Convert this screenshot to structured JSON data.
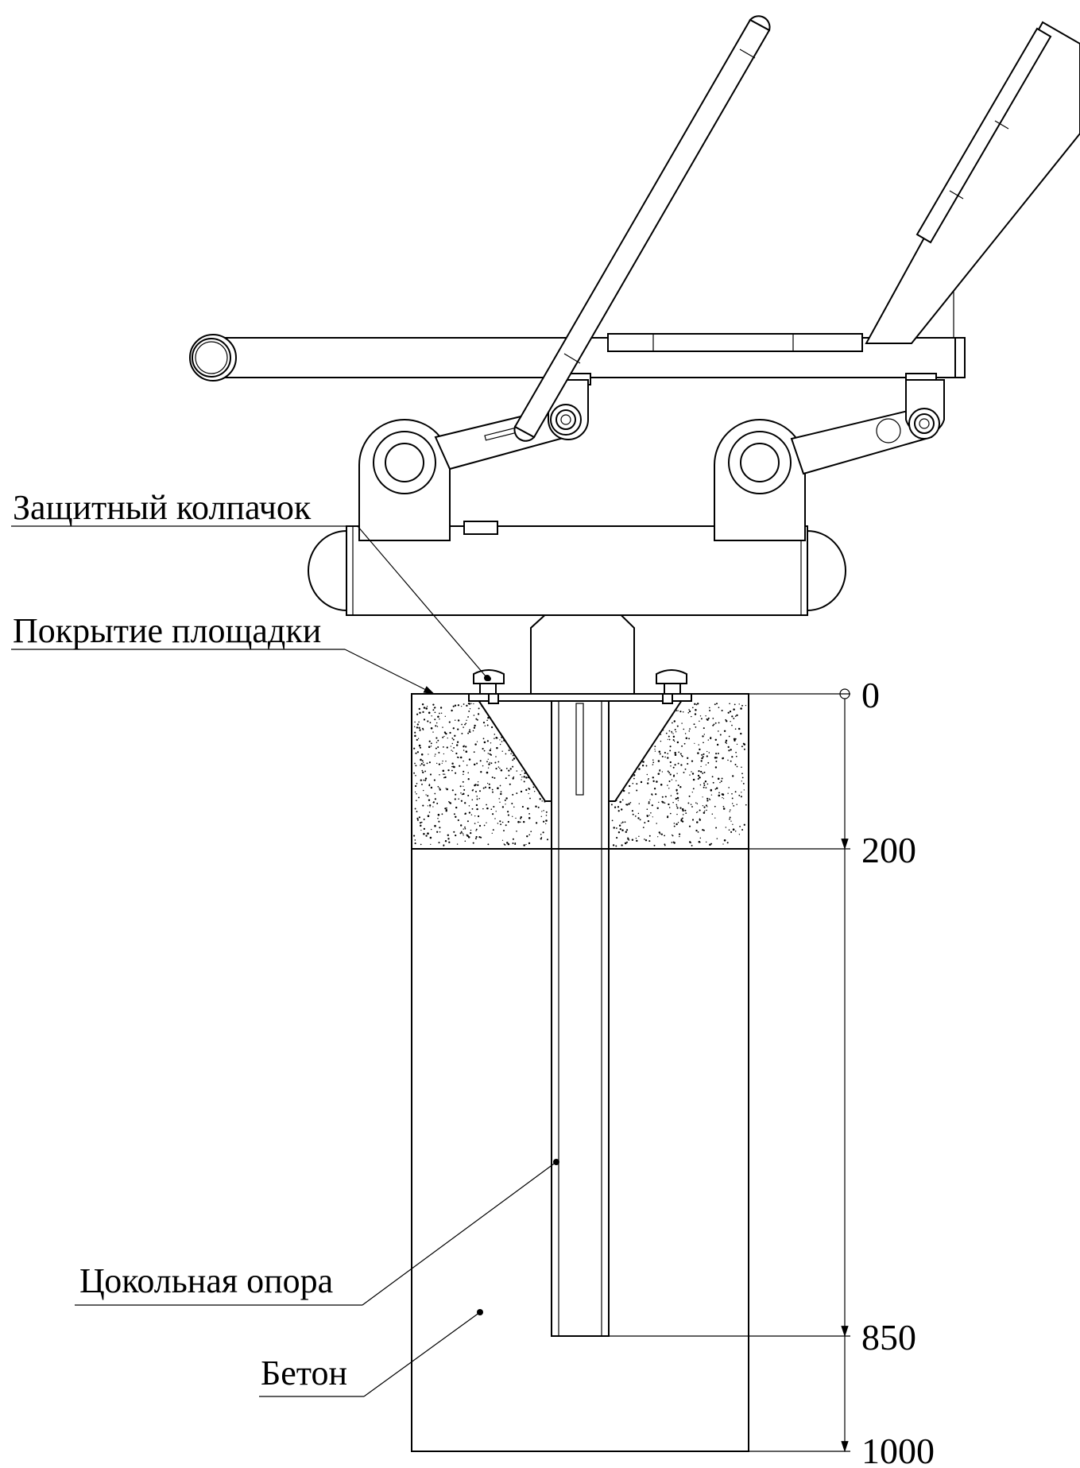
{
  "labels": {
    "protective_cap": "Защитный колпачок",
    "surface_coating": "Покрытие площадки",
    "base_support": "Цокольная опора",
    "concrete": "Бетон"
  },
  "dimensions": {
    "level_0": "0",
    "level_200": "200",
    "level_850": "850",
    "level_1000": "1000"
  }
}
